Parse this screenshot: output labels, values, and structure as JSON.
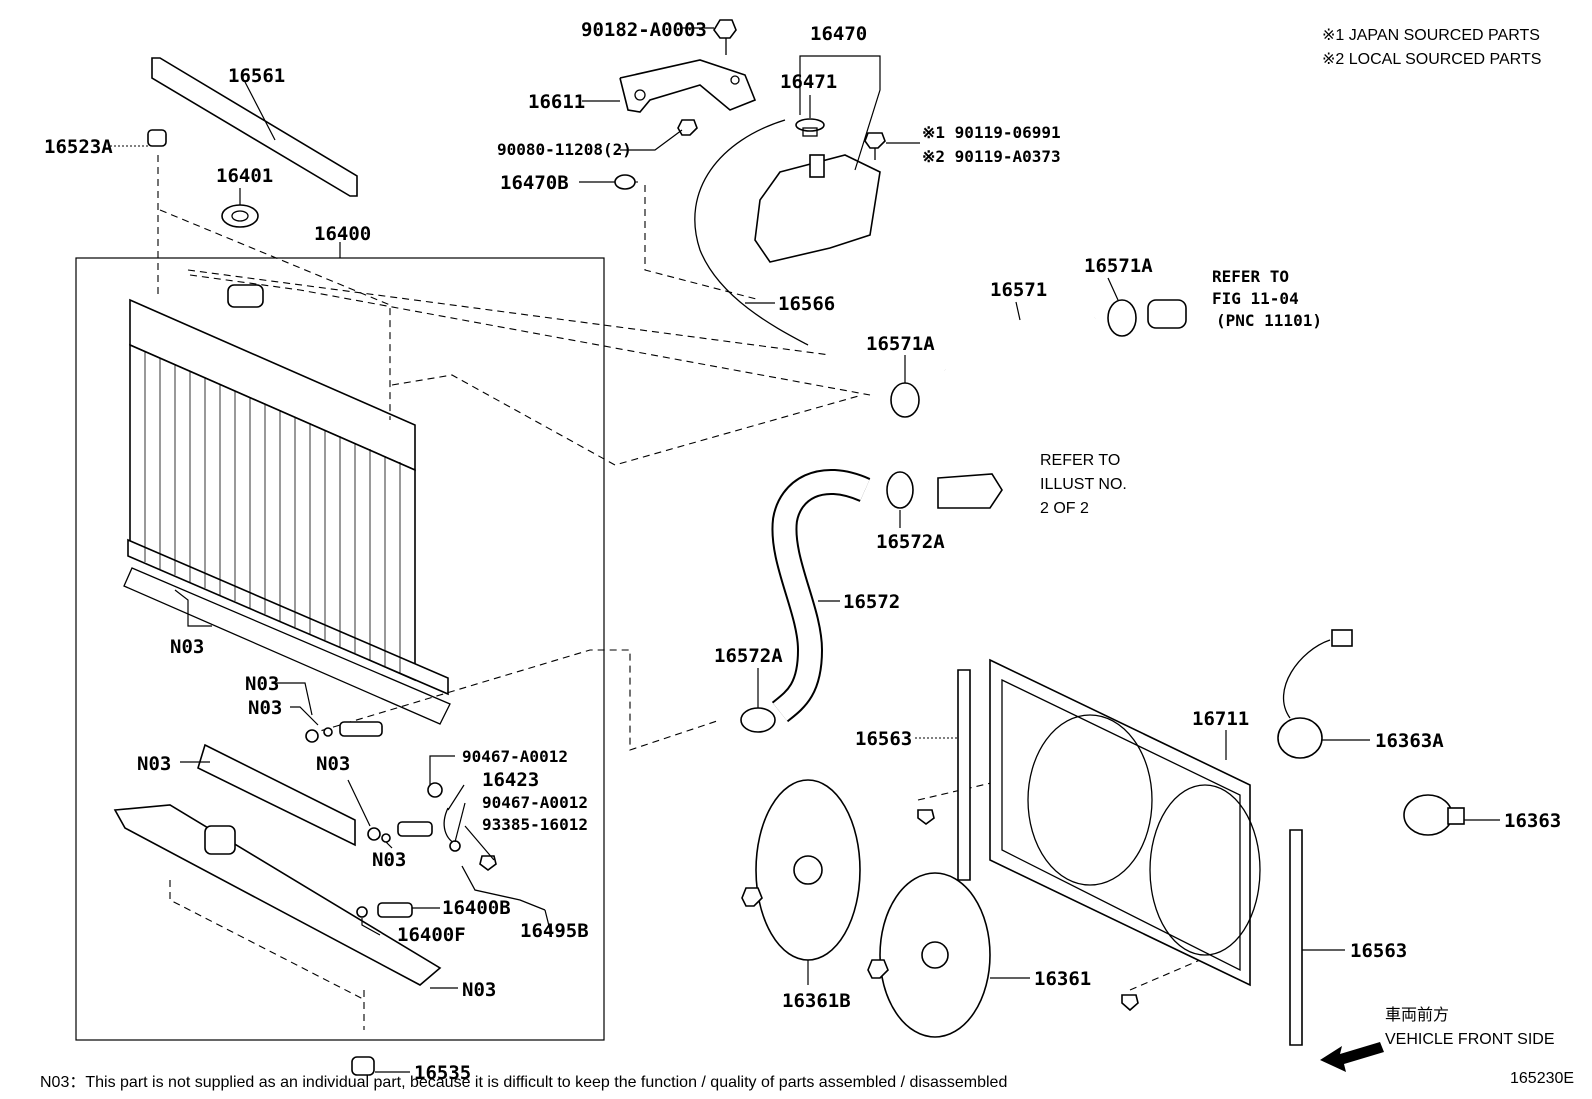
{
  "notes": {
    "japan": "※1 JAPAN SOURCED PARTS",
    "local": "※2 LOCAL SOURCED PARTS",
    "footer": "N03：This part is not supplied as an individual part, because it is difficult to keep the function / quality of parts assembled / disassembled",
    "figure_id": "165230E",
    "direction_jp": "車両前方",
    "direction_en": "VEHICLE FRONT SIDE",
    "refer1": [
      "REFER TO",
      "FIG 11-04",
      "(PNC 11101)"
    ],
    "refer2": [
      "REFER TO",
      "ILLUST NO.",
      "2 OF 2"
    ]
  },
  "labels": {
    "p90182": "90182-A0003",
    "p16470": "16470",
    "p16611": "16611",
    "p16471": "16471",
    "p16561": "16561",
    "p16523A": "16523A",
    "p90080": "90080-11208(2)",
    "p90119a": "※1 90119-06991",
    "p90119b": "※2 90119-A0373",
    "p16470B": "16470B",
    "p16401": "16401",
    "p16400": "16400",
    "p16566": "16566",
    "p16571A_top": "16571A",
    "p16571": "16571",
    "p16571A_mid": "16571A",
    "p16572A_top": "16572A",
    "p16572": "16572",
    "p16572A_bot": "16572A",
    "pN03_a": "N03",
    "pN03_b": "N03",
    "pN03_c": "N03",
    "pN03_d": "N03",
    "pN03_e": "N03",
    "pN03_f": "N03",
    "pN03_g": "N03",
    "p90467a": "90467-A0012",
    "p16423": "16423",
    "p90467b": "90467-A0012",
    "p93385": "93385-16012",
    "p16400B": "16400B",
    "p16400F": "16400F",
    "p16495B": "16495B",
    "p16535": "16535",
    "p16563_left": "16563",
    "p16711": "16711",
    "p16363A": "16363A",
    "p16363": "16363",
    "p16563_right": "16563",
    "p16361": "16361",
    "p16361B": "16361B"
  }
}
